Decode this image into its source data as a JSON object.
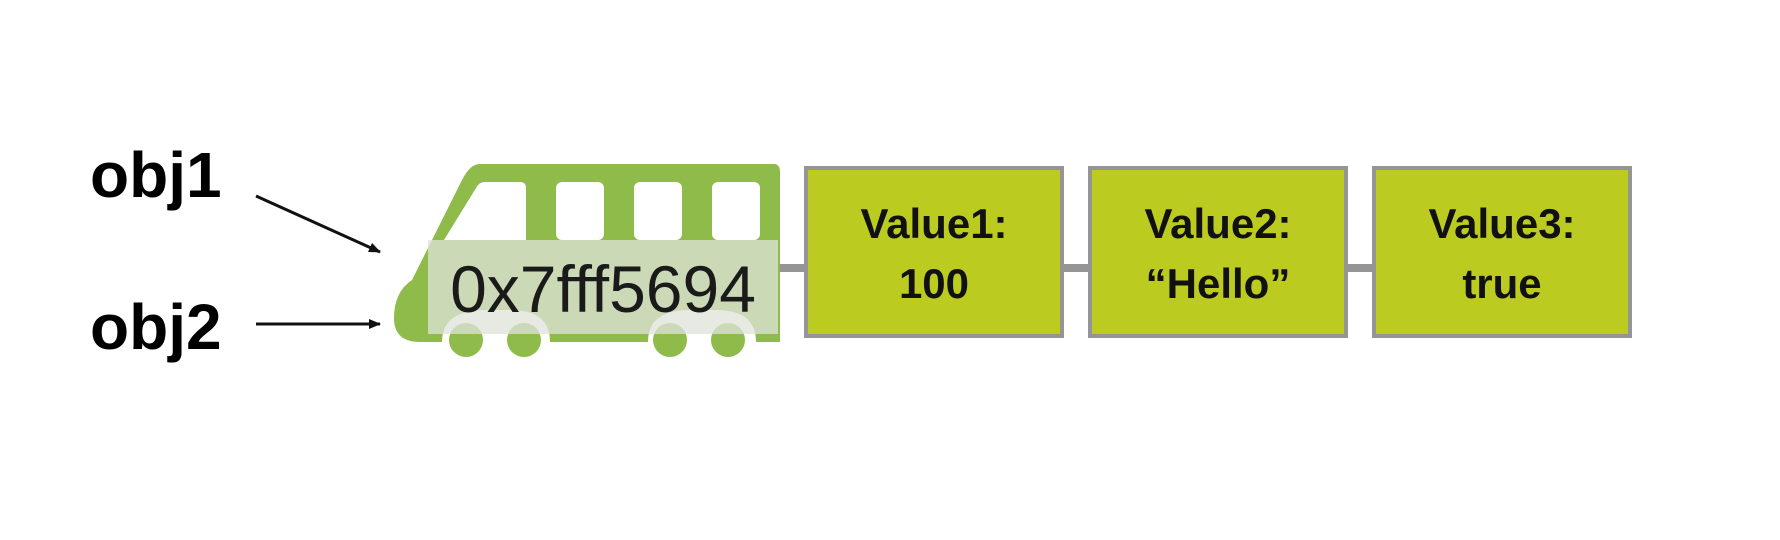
{
  "references": [
    {
      "name": "obj1"
    },
    {
      "name": "obj2"
    }
  ],
  "head": {
    "icon": "bus-icon",
    "address": "0x7fff5694"
  },
  "values": [
    {
      "line1": "Value1:",
      "line2": "100"
    },
    {
      "line1": "Value2:",
      "line2": "“Hello”"
    },
    {
      "line1": "Value3:",
      "line2": "true"
    }
  ],
  "colors": {
    "bus": "#8fbb4b",
    "box_fill": "#bccb1f",
    "box_border": "#959595",
    "connector": "#959595",
    "address_overlay": "#dfe3d9",
    "arrow": "#111111"
  }
}
